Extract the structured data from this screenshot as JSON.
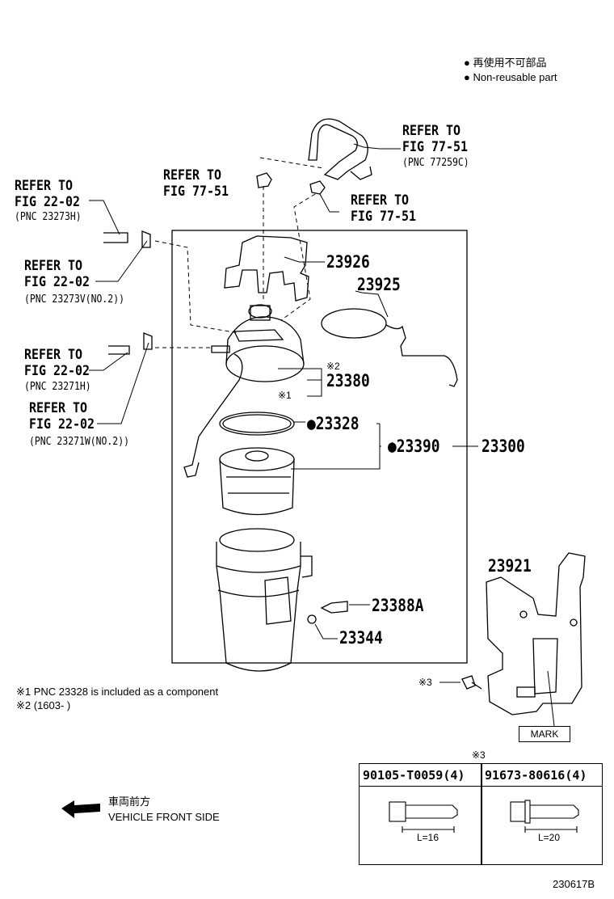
{
  "legend": {
    "line1": "● 再使用不可部品",
    "line2": "● Non-reusable part"
  },
  "refs": {
    "r1": {
      "refer": "REFER TO",
      "fig": "FIG 77-51",
      "pnc": "(PNC 77259C)"
    },
    "r2": {
      "refer": "REFER TO",
      "fig": "FIG 77-51"
    },
    "r3": {
      "refer": "REFER TO",
      "fig": "FIG 77-51"
    },
    "r4": {
      "refer": "REFER TO",
      "fig": "FIG 22-02",
      "pnc": "(PNC 23273H)"
    },
    "r5": {
      "refer": "REFER TO",
      "fig": "FIG 22-02",
      "pnc": "(PNC 23273V(NO.2))"
    },
    "r6": {
      "refer": "REFER TO",
      "fig": "FIG 22-02",
      "pnc": "(PNC 23271H)"
    },
    "r7": {
      "refer": "REFER TO",
      "fig": "FIG 22-02",
      "pnc": "(PNC 23271W(NO.2))"
    }
  },
  "parts": {
    "p23926": "23926",
    "p23925": "23925",
    "p23380": "23380",
    "p23328": "●23328",
    "p23390": "●23390",
    "p23300": "23300",
    "p23921": "23921",
    "p23388A": "23388A",
    "p23344": "23344"
  },
  "marks": {
    "m2": "※2",
    "m1": "※1",
    "m3a": "※3",
    "m3b": "※3"
  },
  "footnotes": {
    "f1": "※1 PNC 23328 is included as a component",
    "f2": "※2 (1603-      )"
  },
  "direction": {
    "jp": "車両前方",
    "en": "VEHICLE FRONT SIDE"
  },
  "bolt_table": {
    "col1": "90105-T0059(4)",
    "col2": "91673-80616(4)",
    "len1": "L=16",
    "len2": "L=20"
  },
  "mark_label": "MARK",
  "diagram_id": "230617B"
}
